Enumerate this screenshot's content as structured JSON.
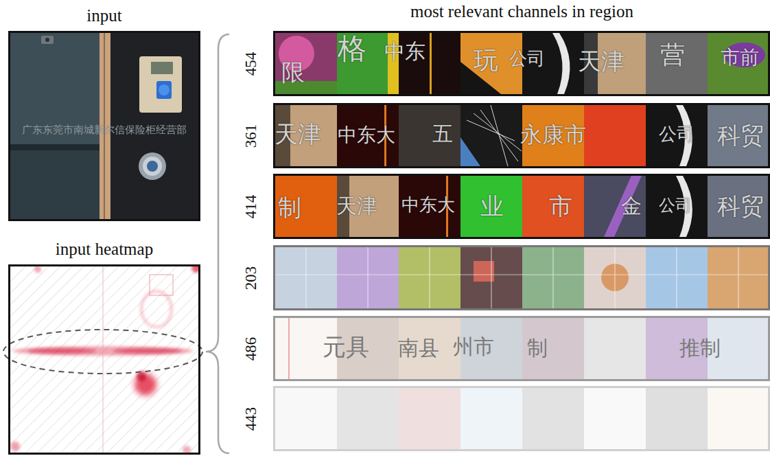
{
  "diagram": {
    "nodes": [
      {
        "text": [
          "input",
          "广东东莞市南城新尔信保险柜经营部"
        ]
      },
      {
        "text": [
          "input heatmap"
        ]
      },
      {
        "text": [
          "454"
        ]
      },
      {
        "text": [
          "361"
        ]
      },
      {
        "text": [
          "414"
        ]
      },
      {
        "text": [
          "203"
        ]
      },
      {
        "text": [
          "486"
        ]
      },
      {
        "text": [
          "443"
        ]
      }
    ],
    "labels": [
      "most relevant channels in region",
      "限",
      "格",
      "中东",
      "玩",
      "公司",
      "天津",
      "营",
      "市前",
      "天津",
      "中东大",
      "五",
      "永康市",
      "公司",
      "科贸",
      "制",
      "天津",
      "中东大",
      "业",
      "市",
      "金",
      "公司",
      "科贸",
      "元具",
      "南县",
      "州市",
      "制",
      "推制"
    ]
  }
}
